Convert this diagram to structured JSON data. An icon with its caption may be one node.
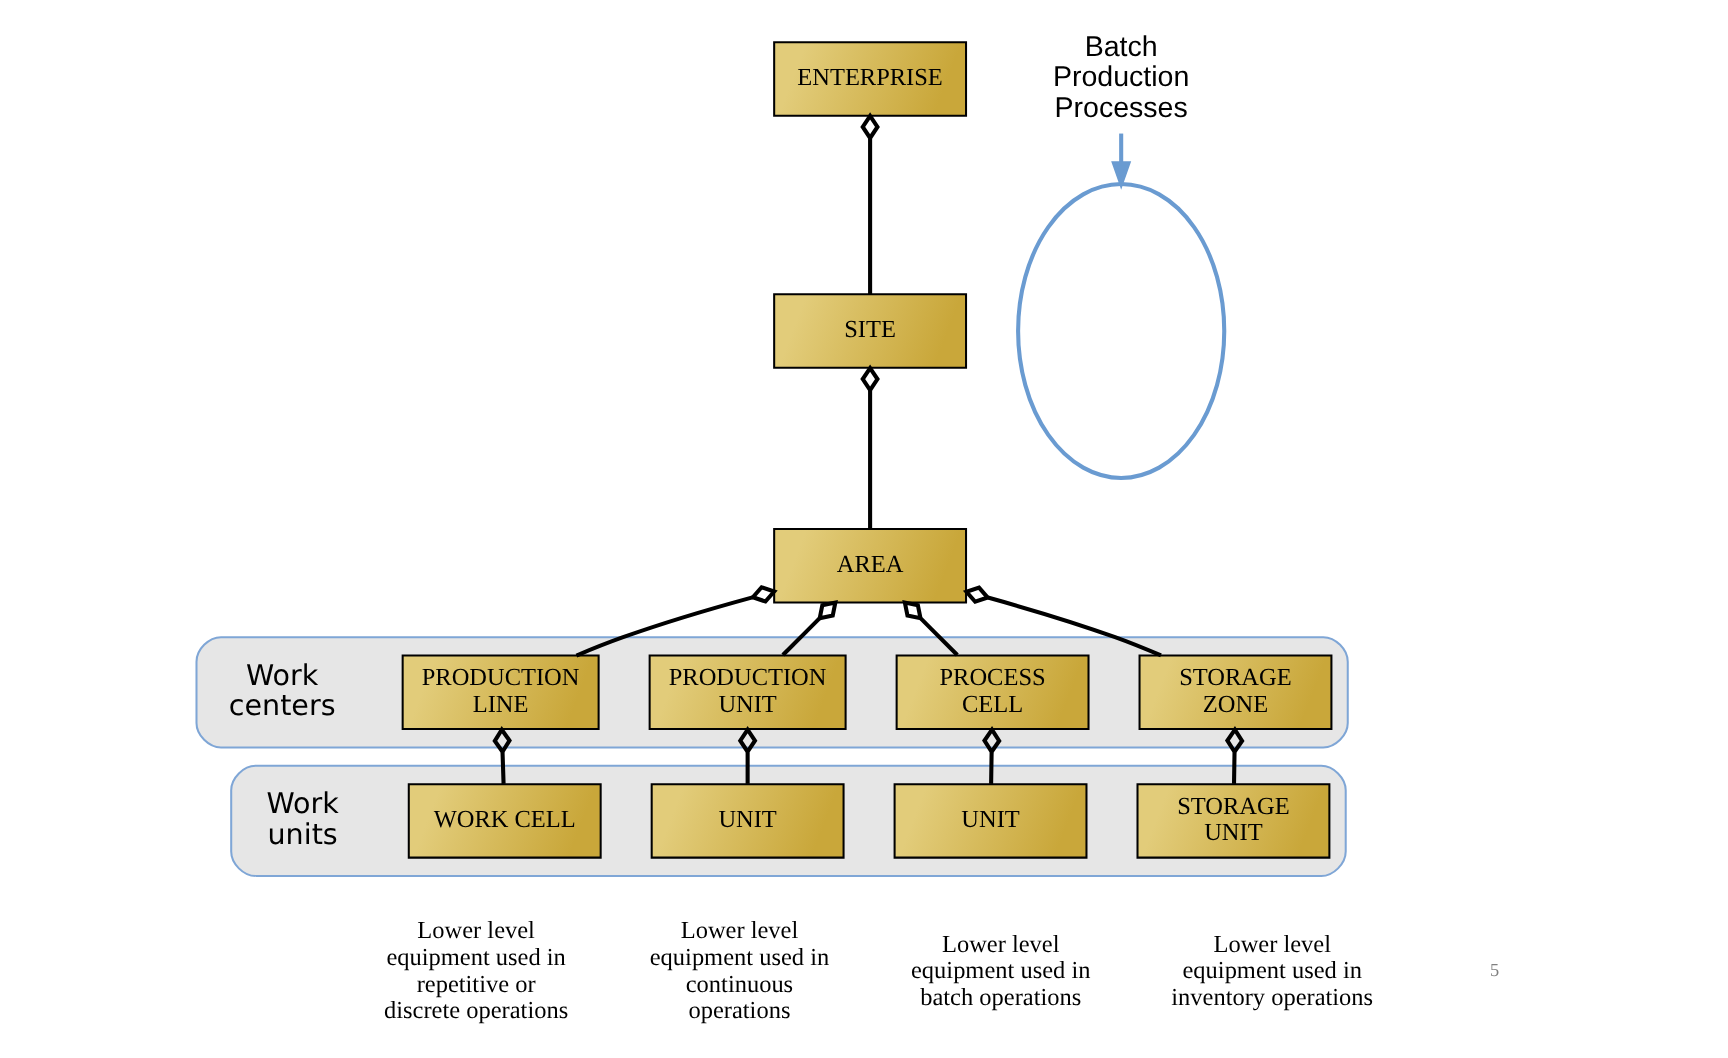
{
  "diagram": {
    "nodes": [
      {
        "text": [
          "ENTERPRISE"
        ]
      },
      {
        "text": [
          "SITE"
        ]
      },
      {
        "text": [
          "AREA"
        ]
      },
      {
        "text": [
          "Work centers"
        ]
      },
      {
        "text": [
          "PRODUCTION LINE"
        ],
        "in": 3
      },
      {
        "text": [
          "PRODUCTION UNIT"
        ],
        "in": 3
      },
      {
        "text": [
          "PROCESS CELL"
        ],
        "in": 3
      },
      {
        "text": [
          "STORAGE ZONE"
        ],
        "in": 3
      },
      {
        "text": [
          "Work units"
        ]
      },
      {
        "text": [
          "WORK CELL"
        ],
        "in": 8,
        "beside": [
          "Lower level equipment used in repetitive or discrete operations"
        ]
      },
      {
        "text": [
          "UNIT"
        ],
        "in": 8,
        "beside": [
          "Lower level equipment used in continuous operations"
        ]
      },
      {
        "text": [
          "UNIT"
        ],
        "in": 8,
        "beside": [
          "Lower level equipment used in batch operations"
        ]
      },
      {
        "text": [
          "STORAGE UNIT"
        ],
        "in": 8,
        "beside": [
          "Lower level equipment used in inventory operations"
        ]
      },
      {
        "text": [
          "Batch Production Processes"
        ]
      },
      {
        "text": [],
        "shape": "ellipse"
      }
    ],
    "edges": [
      {
        "from": 0,
        "to": 1,
        "arrow": "other"
      },
      {
        "from": 1,
        "to": 2,
        "arrow": "other"
      },
      {
        "from": 2,
        "to": 4,
        "arrow": "other"
      },
      {
        "from": 2,
        "to": 5,
        "arrow": "other"
      },
      {
        "from": 2,
        "to": 6,
        "arrow": "other"
      },
      {
        "from": 2,
        "to": 7,
        "arrow": "other"
      },
      {
        "from": 4,
        "to": 9,
        "arrow": "other"
      },
      {
        "from": 5,
        "to": 10,
        "arrow": "other"
      },
      {
        "from": 6,
        "to": 11,
        "arrow": "other"
      },
      {
        "from": 7,
        "to": 12,
        "arrow": "other"
      },
      {
        "from": 13,
        "to": 14,
        "arrow": "to",
        "color": "#6a9bd1"
      }
    ],
    "labels": [
      "5"
    ]
  }
}
